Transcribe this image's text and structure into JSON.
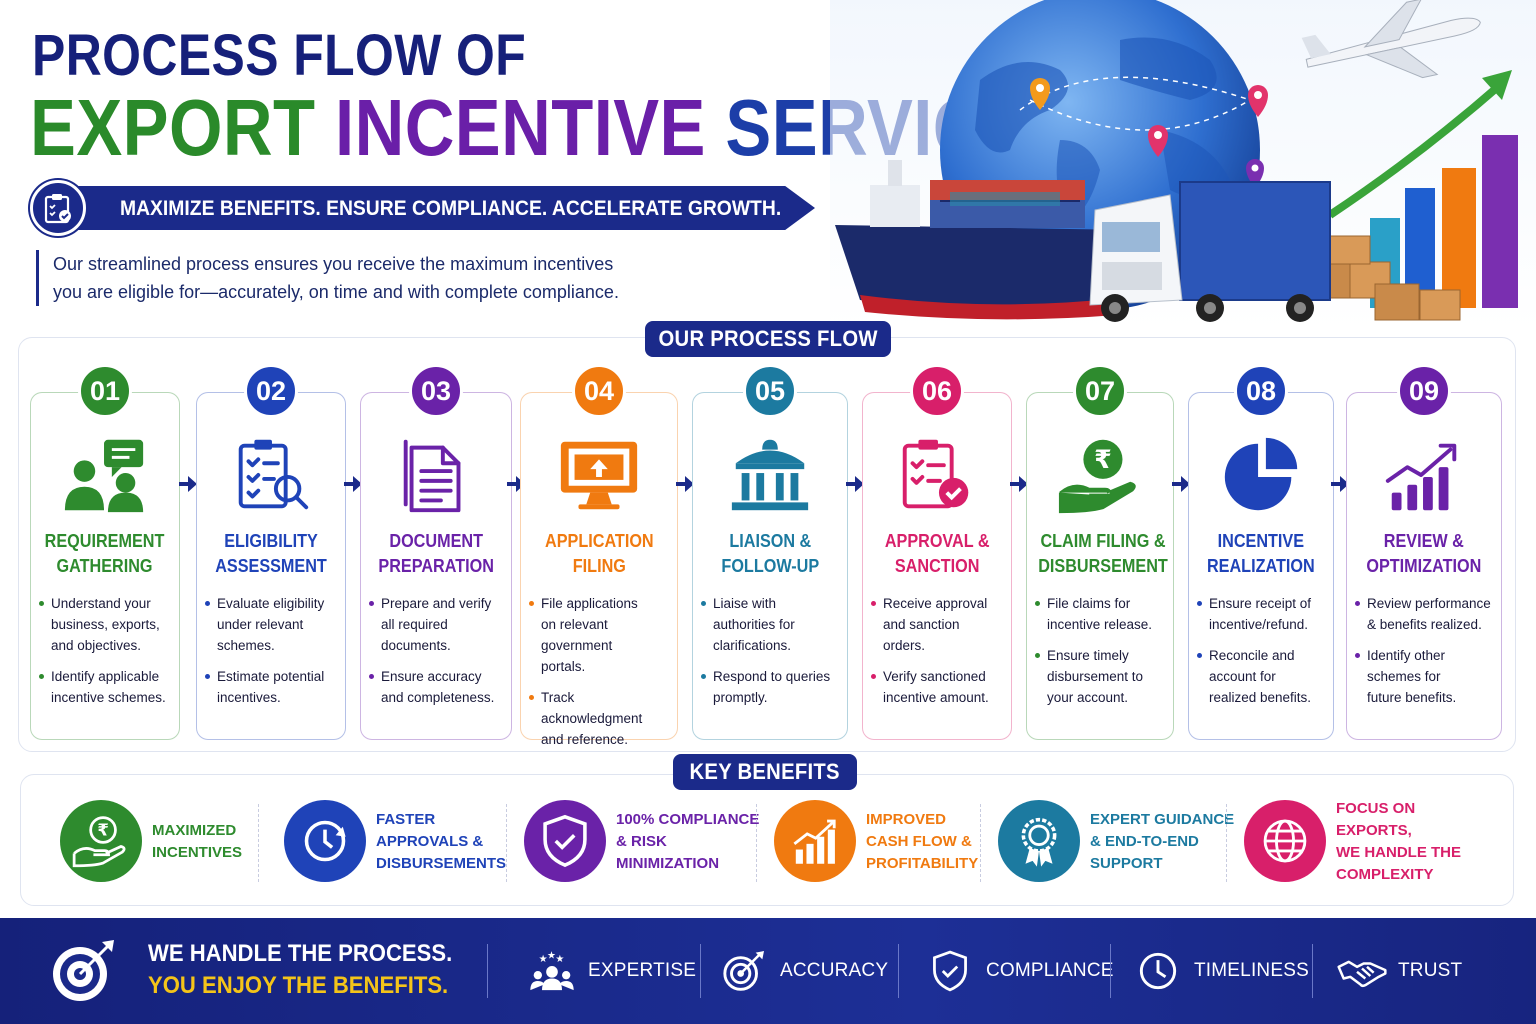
{
  "header": {
    "title_line1": "PROCESS FLOW OF",
    "title_line2_a": "EXPORT",
    "title_line2_b": "INCENTIVE",
    "title_line2_c": "SERVICES",
    "tagline": "MAXIMIZE BENEFITS. ENSURE COMPLIANCE. ACCELERATE GROWTH.",
    "intro_line1": "Our streamlined process ensures you receive the maximum incentives",
    "intro_line2": "you are eligible for—accurately, on time and with complete compliance."
  },
  "process": {
    "heading": "OUR PROCESS FLOW",
    "steps": [
      {
        "num": "01",
        "title": "REQUIREMENT\nGATHERING",
        "color": "#2e8b2e",
        "icon": "people-chat-icon",
        "bullets": [
          "Understand your\nbusiness, exports,\nand objectives.",
          "Identify applicable\nincentive schemes."
        ]
      },
      {
        "num": "02",
        "title": "ELIGIBILITY\nASSESSMENT",
        "color": "#1f43b8",
        "icon": "clipboard-search-icon",
        "bullets": [
          "Evaluate eligibility\nunder relevant\nschemes.",
          "Estimate potential\nincentives."
        ]
      },
      {
        "num": "03",
        "title": "DOCUMENT\nPREPARATION",
        "color": "#6a22a8",
        "icon": "document-icon",
        "bullets": [
          "Prepare and verify\nall required\ndocuments.",
          "Ensure accuracy\nand completeness."
        ]
      },
      {
        "num": "04",
        "title": "APPLICATION\nFILING",
        "color": "#f07a10",
        "icon": "monitor-upload-icon",
        "bullets": [
          "File applications\non relevant\ngovernment\nportals.",
          "Track acknowledgment\nand reference."
        ]
      },
      {
        "num": "05",
        "title": "LIAISON &\nFOLLOW-UP",
        "color": "#1c7aa0",
        "icon": "government-building-icon",
        "bullets": [
          "Liaise with\nauthorities for\nclarifications.",
          "Respond to queries\npromptly."
        ]
      },
      {
        "num": "06",
        "title": "APPROVAL &\nSANCTION",
        "color": "#d81f6a",
        "icon": "clipboard-check-icon",
        "bullets": [
          "Receive approval\nand sanction\norders.",
          "Verify sanctioned\nincentive amount."
        ]
      },
      {
        "num": "07",
        "title": "CLAIM FILING &\nDISBURSEMENT",
        "color": "#2e8b2e",
        "icon": "rupee-hand-icon",
        "bullets": [
          "File claims for\nincentive release.",
          "Ensure timely\ndisbursement to\nyour account."
        ]
      },
      {
        "num": "08",
        "title": "INCENTIVE\nREALIZATION",
        "color": "#1f43b8",
        "icon": "pie-chart-icon",
        "bullets": [
          "Ensure receipt of\nincentive/refund.",
          "Reconcile and\naccount for\nrealized benefits."
        ]
      },
      {
        "num": "09",
        "title": "REVIEW &\nOPTIMIZATION",
        "color": "#6a22a8",
        "icon": "growth-chart-icon",
        "bullets": [
          "Review performance\n& benefits realized.",
          "Identify other\nschemes for\nfuture benefits."
        ]
      }
    ]
  },
  "benefits": {
    "heading": "KEY BENEFITS",
    "items": [
      {
        "label": "MAXIMIZED\nINCENTIVES",
        "color": "#2e8b2e",
        "icon": "rupee-hand-icon"
      },
      {
        "label": "FASTER\nAPPROVALS &\nDISBURSEMENTS",
        "color": "#1f43b8",
        "icon": "clock-refresh-icon"
      },
      {
        "label": "100% COMPLIANCE\n& RISK\nMINIMIZATION",
        "color": "#6a22a8",
        "icon": "shield-check-icon"
      },
      {
        "label": "IMPROVED\nCASH FLOW &\nPROFITABILITY",
        "color": "#f07a10",
        "icon": "bar-chart-icon"
      },
      {
        "label": "EXPERT GUIDANCE\n& END-TO-END\nSUPPORT",
        "color": "#1c7aa0",
        "icon": "award-badge-icon"
      },
      {
        "label": "FOCUS ON EXPORTS,\nWE HANDLE THE\nCOMPLEXITY",
        "color": "#d81f6a",
        "icon": "globe-icon"
      }
    ]
  },
  "footer": {
    "line1": "WE HANDLE THE PROCESS.",
    "line2": "YOU ENJOY THE BENEFITS.",
    "items": [
      {
        "label": "EXPERTISE",
        "icon": "team-stars-icon"
      },
      {
        "label": "ACCURACY",
        "icon": "target-icon"
      },
      {
        "label": "COMPLIANCE",
        "icon": "shield-check-icon"
      },
      {
        "label": "TIMELINESS",
        "icon": "clock-icon"
      },
      {
        "label": "TRUST",
        "icon": "handshake-icon"
      }
    ]
  }
}
